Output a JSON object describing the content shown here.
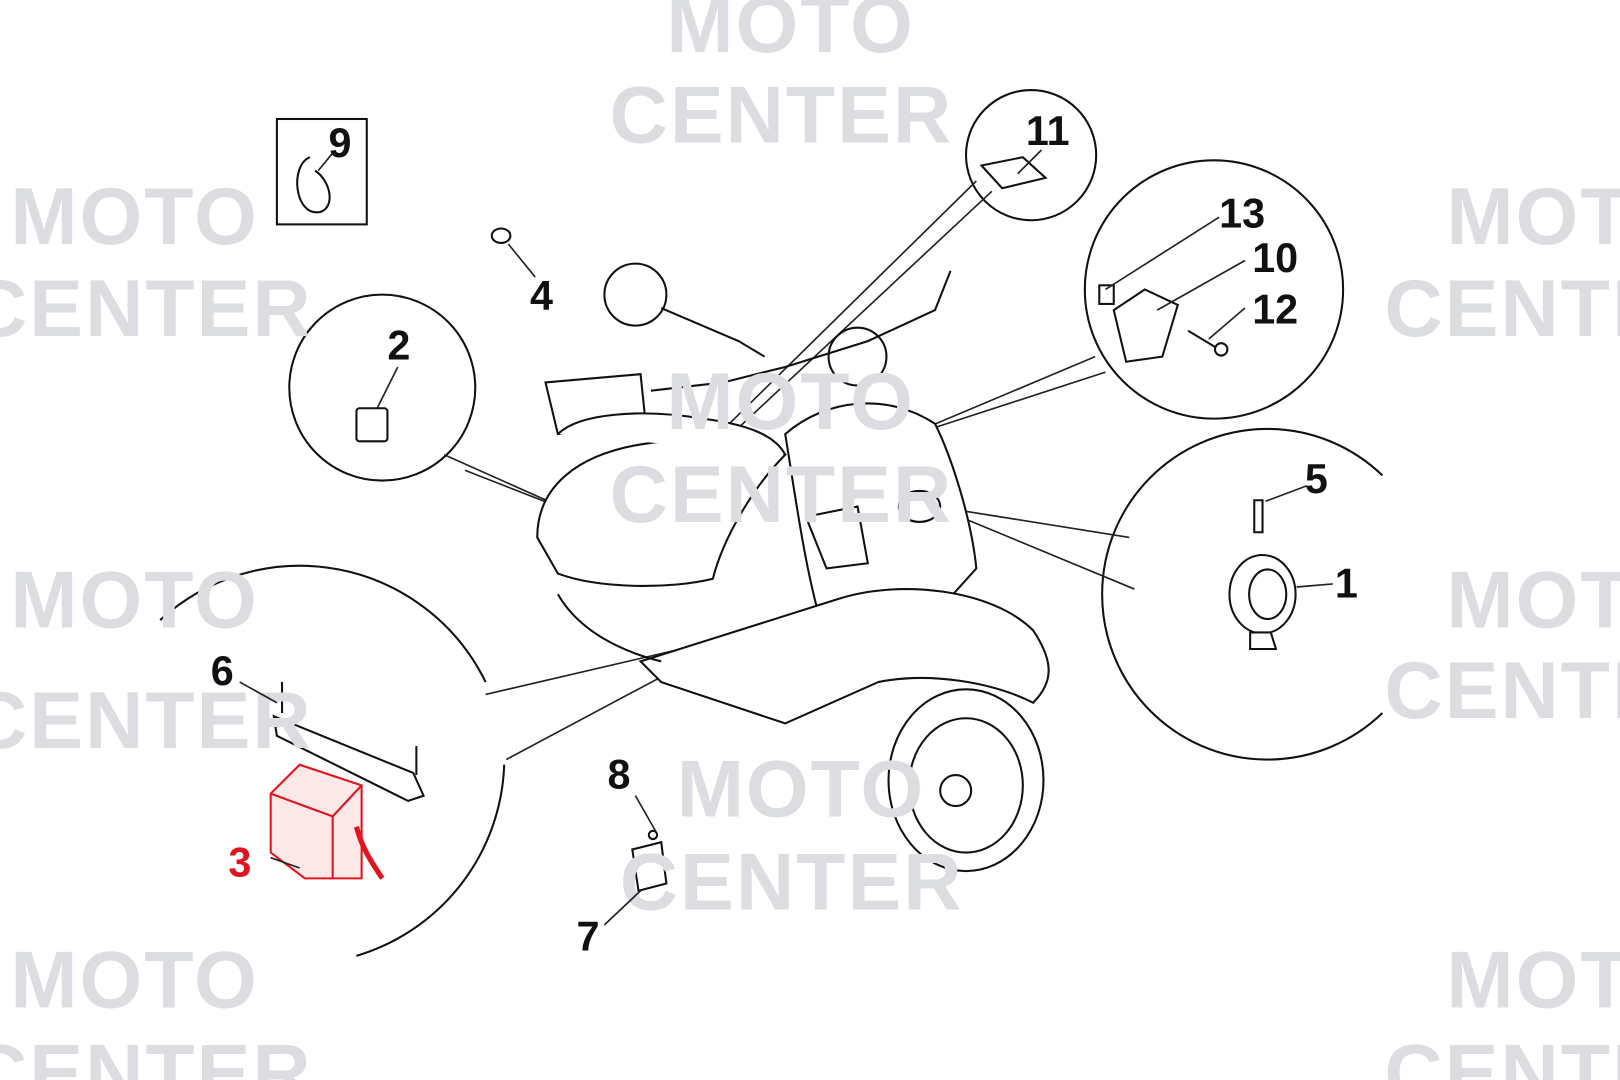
{
  "watermark": {
    "line1": "MOTO",
    "line2": "CENTER"
  },
  "parts": [
    {
      "id": "1",
      "label": "1"
    },
    {
      "id": "2",
      "label": "2"
    },
    {
      "id": "3",
      "label": "3",
      "highlighted": true
    },
    {
      "id": "4",
      "label": "4"
    },
    {
      "id": "5",
      "label": "5"
    },
    {
      "id": "6",
      "label": "6"
    },
    {
      "id": "7",
      "label": "7"
    },
    {
      "id": "8",
      "label": "8"
    },
    {
      "id": "9",
      "label": "9"
    },
    {
      "id": "10",
      "label": "10"
    },
    {
      "id": "11",
      "label": "11"
    },
    {
      "id": "12",
      "label": "12"
    },
    {
      "id": "13",
      "label": "13"
    }
  ],
  "colors": {
    "highlight": "#e0141e",
    "line": "#111111",
    "watermark": "#dcdde0"
  }
}
